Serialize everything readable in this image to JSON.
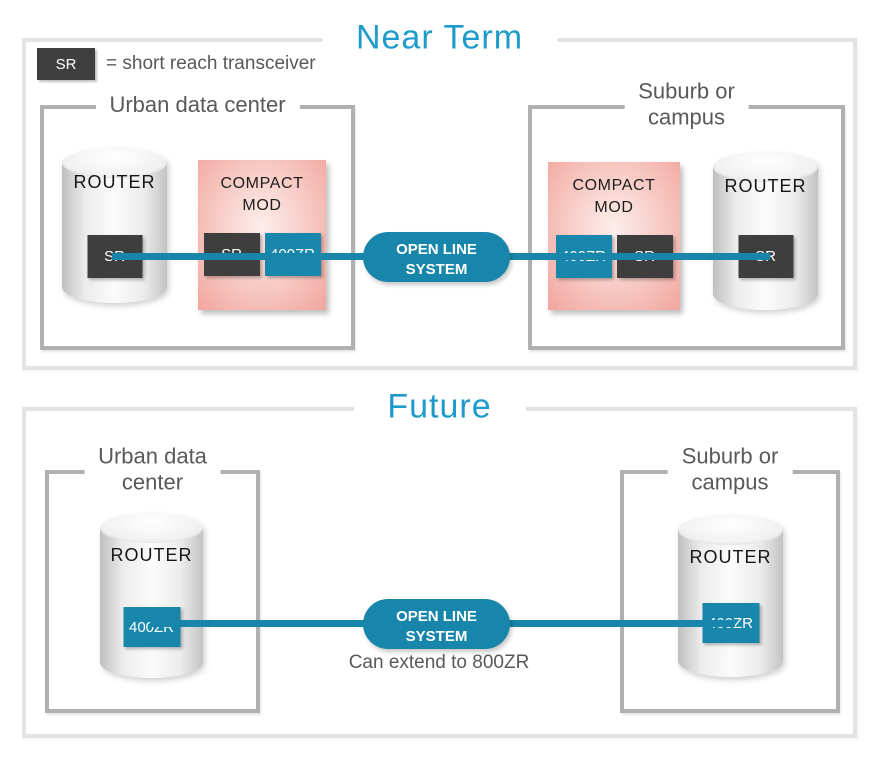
{
  "colors": {
    "accent_blue": "#1d9bca",
    "teal": "#1886ab",
    "dark_chip": "#3e3e3e",
    "pink_edge": "#f1a59d",
    "pink_center": "#fdeeec",
    "gray_text": "#595959",
    "panel_border": "#e3e3e3",
    "site_border": "#b0b0b0"
  },
  "legend": {
    "chip": "SR",
    "label": "= short reach transceiver"
  },
  "near_term": {
    "title": "Near Term",
    "urban": {
      "title": "Urban data center"
    },
    "suburb": {
      "title_line1": "Suburb or",
      "title_line2": "campus"
    },
    "left_router": {
      "label": "ROUTER",
      "chip": "SR"
    },
    "left_cmod": {
      "title_line1": "COMPACT",
      "title_line2": "MOD",
      "chip1": "SR",
      "chip2": "400ZR"
    },
    "ols": {
      "line1": "OPEN LINE",
      "line2": "SYSTEM"
    },
    "right_cmod": {
      "title_line1": "COMPACT",
      "title_line2": "MOD",
      "chip1": "400ZR",
      "chip2": "SR"
    },
    "right_router": {
      "label": "ROUTER",
      "chip": "SR"
    }
  },
  "future": {
    "title": "Future",
    "urban": {
      "title_line1": "Urban data",
      "title_line2": "center"
    },
    "suburb": {
      "title_line1": "Suburb or",
      "title_line2": "campus"
    },
    "left_router": {
      "label": "ROUTER",
      "chip": "400ZR"
    },
    "ols": {
      "line1": "OPEN LINE",
      "line2": "SYSTEM",
      "note": "Can extend to 800ZR"
    },
    "right_router": {
      "label": "ROUTER",
      "chip": "400ZR"
    }
  }
}
